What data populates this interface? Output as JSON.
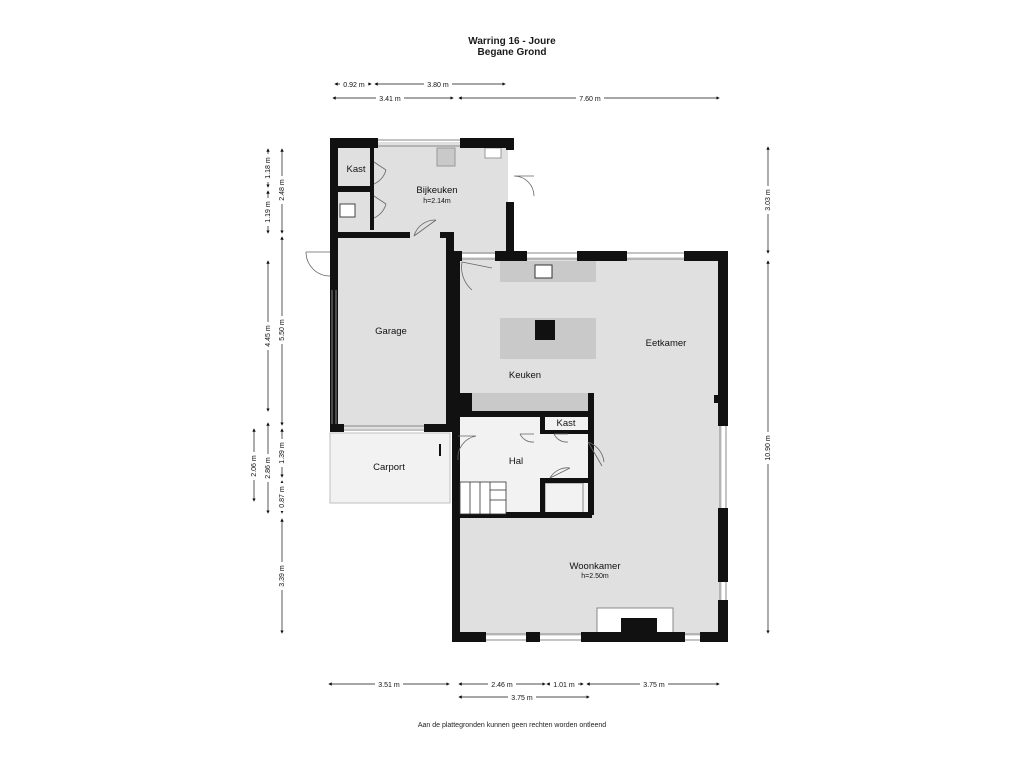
{
  "title": "Warring 16 - Joure",
  "subtitle": "Begane Grond",
  "footer": "Aan de plattegronden kunnen geen rechten worden ontleend",
  "rooms": {
    "kast_top": "Kast",
    "bijkeuken": "Bijkeuken",
    "bijkeuken_height": "h=2.14m",
    "garage": "Garage",
    "keuken": "Keuken",
    "eetkamer": "Eetkamer",
    "kast_hal": "Kast",
    "hal": "Hal",
    "carport": "Carport",
    "woonkamer": "Woonkamer",
    "woonkamer_height": "h=2.50m"
  },
  "dimensions": {
    "top_1": "0.92 m",
    "top_2": "3.80 m",
    "top_3": "3.41 m",
    "top_4": "7.60 m",
    "left_1": "1.18 m",
    "left_2": "2.48 m",
    "left_3": "1.19 m",
    "left_4": "4.45 m",
    "left_5": "5.50 m",
    "left_6": "2.06 m",
    "left_7": "2.86 m",
    "left_8": "1.39 m",
    "left_9": "0.87 m",
    "left_10": "3.39 m",
    "right_1": "3.03 m",
    "right_2": "10.90 m",
    "bottom_1": "3.51 m",
    "bottom_2": "2.46 m",
    "bottom_3": "1.01 m",
    "bottom_4": "3.75 m",
    "bottom_5": "3.75 m"
  },
  "colors": {
    "wall": "#111111",
    "floor": "#e0e0e0",
    "carport": "#f2f2f2",
    "counter": "#c9c9c9"
  }
}
